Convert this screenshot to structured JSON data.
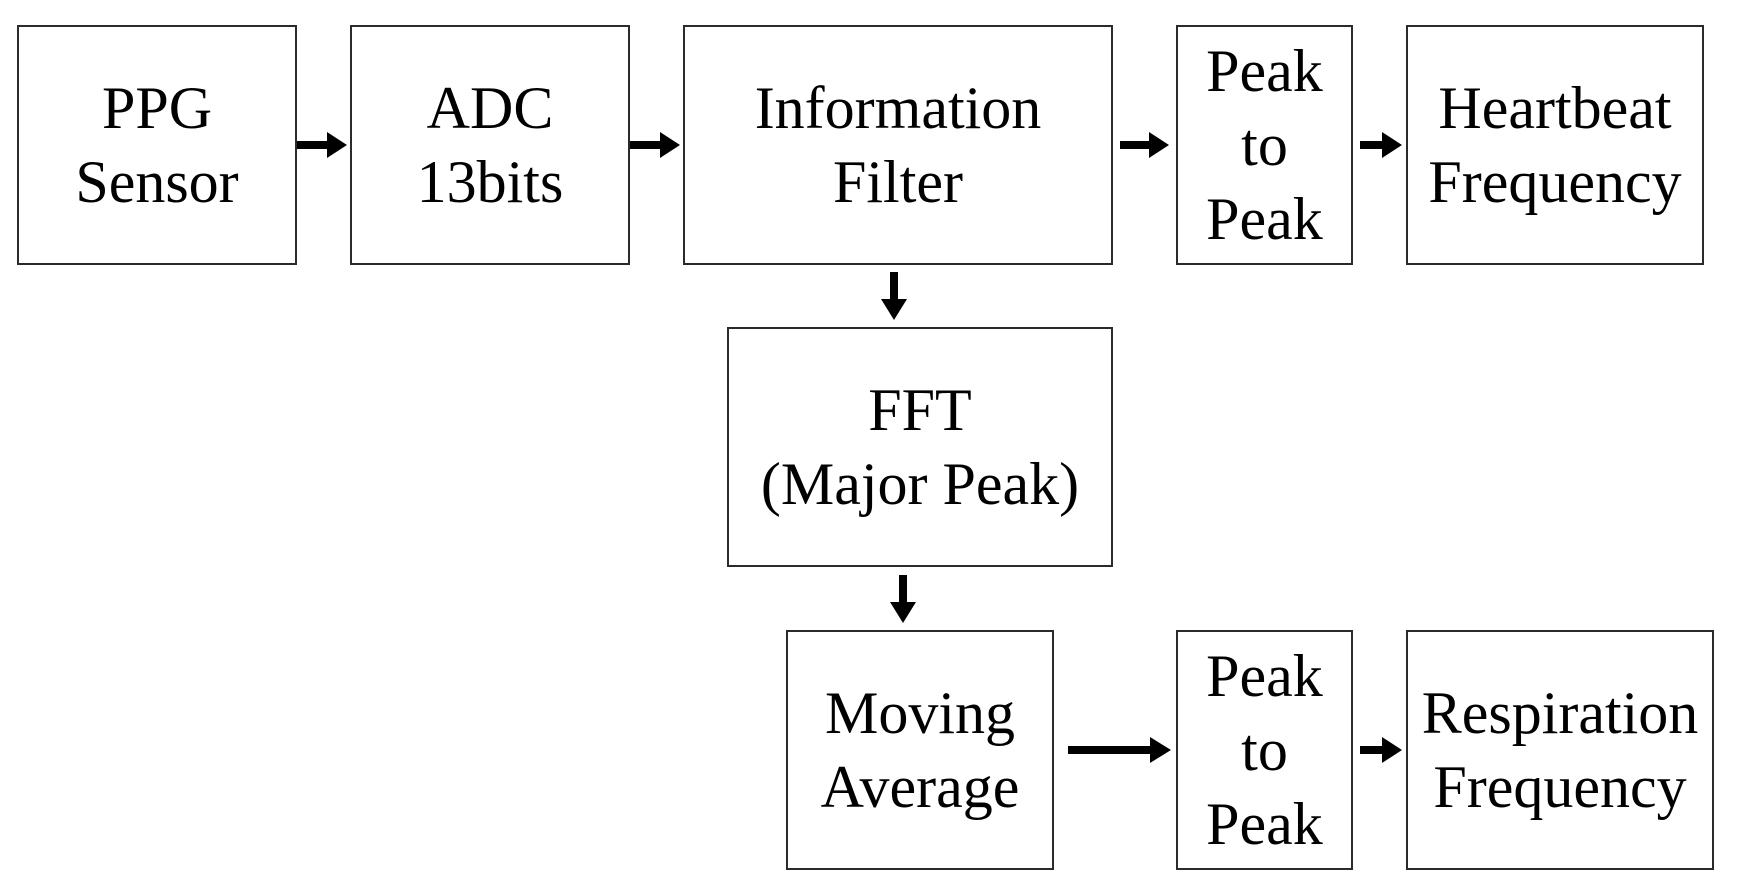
{
  "blocks": {
    "ppg_sensor": [
      "PPG",
      "Sensor"
    ],
    "adc": [
      "ADC",
      "13bits"
    ],
    "information_filter": [
      "Information",
      "Filter"
    ],
    "peak_to_peak_top": [
      "Peak",
      "to",
      "Peak"
    ],
    "heartbeat_frequency": [
      "Heartbeat",
      "Frequency"
    ],
    "fft": [
      "FFT",
      "(Major Peak)"
    ],
    "moving_average": [
      "Moving",
      "Average"
    ],
    "peak_to_peak_bottom": [
      "Peak",
      "to",
      "Peak"
    ],
    "respiration_frequency": [
      "Respiration",
      "Frequency"
    ]
  },
  "flow": [
    [
      "ppg_sensor",
      "adc"
    ],
    [
      "adc",
      "information_filter"
    ],
    [
      "information_filter",
      "peak_to_peak_top"
    ],
    [
      "peak_to_peak_top",
      "heartbeat_frequency"
    ],
    [
      "information_filter",
      "fft"
    ],
    [
      "fft",
      "moving_average"
    ],
    [
      "moving_average",
      "peak_to_peak_bottom"
    ],
    [
      "peak_to_peak_bottom",
      "respiration_frequency"
    ]
  ],
  "colors": {
    "line": "#2b2b2b",
    "arrow": "#000000",
    "background": "#ffffff"
  }
}
